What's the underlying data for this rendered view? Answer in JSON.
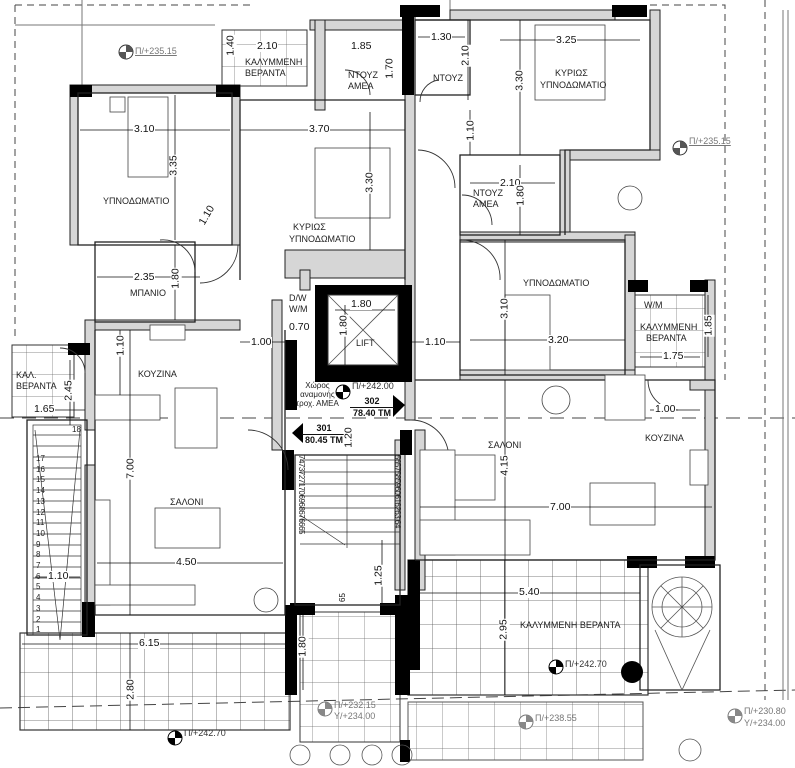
{
  "plan": {
    "colors": {
      "wall_fill": "#000000",
      "wall_light": "#d9d9d9",
      "line": "#222222",
      "grid": "#555555"
    },
    "rooms": {
      "bedroom_nw": "ΥΠΝΟΔΩΜΑΤΙΟ",
      "master_bedroom_center_1": "ΚΥΡΙΩΣ",
      "master_bedroom_center_2": "ΥΠΝΟΔΩΜΑΤΙΟ",
      "covered_veranda_top_1": "ΚΑΛΥΜΜΕΝΗ",
      "covered_veranda_top_2": "ΒΕΡΑΝΤΑ",
      "shower_amea_left_1": "ΝΤΟΥΖ",
      "shower_amea_left_2": "ΑΜΕΑ",
      "shower_right": "ΝΤΟΥΖ",
      "master_bedroom_ne_1": "ΚΥΡΙΩΣ",
      "master_bedroom_ne_2": "ΥΠΝΟΔΩΜΑΤΙΟ",
      "shower_amea_right_1": "ΝΤΟΥΖ",
      "shower_amea_right_2": "ΑΜΕΑ",
      "bathroom": "ΜΠΑΝΙΟ",
      "dw_wm_1": "D/W",
      "dw_wm_2": "W/M",
      "lift": "LIFT",
      "bedroom_east": "ΥΠΝΟΔΩΜΑΤΙΟ",
      "wm_east": "W/M",
      "covered_veranda_east_1": "ΚΑΛΥΜΜΕΝΗ",
      "covered_veranda_east_2": "ΒΕΡΑΝΤΑ",
      "kitchen_west": "ΚΟΥΖΙΝΑ",
      "veranda_west_1": "ΚΑΛ.",
      "veranda_west_2": "ΒΕΡΑΝΤΑ",
      "living_west": "ΣΑΛΟΝΙ",
      "living_east": "ΣΑΛΟΝΙ",
      "kitchen_east": "ΚΟΥΖΙΝΑ",
      "covered_veranda_south": "ΚΑΛΥΜΜΕΝΗ  ΒΕΡΑΝΤΑ",
      "waiting_area_1": "Χώρος",
      "waiting_area_2": "αναμονής",
      "waiting_area_3": "τροχ. ΑΜΕΑ"
    },
    "dimensions": {
      "d_3_10": "3.10",
      "d_3_35": "3.35",
      "d_1_10_a": "1.10",
      "d_1_40": "1.40",
      "d_2_10_a": "2.10",
      "d_1_85_a": "1.85",
      "d_1_70": "1.70",
      "d_3_70": "3.70",
      "d_3_30_a": "3.30",
      "d_1_30": "1.30",
      "d_2_10_b": "2.10",
      "d_3_25": "3.25",
      "d_3_30_b": "3.30",
      "d_1_10_b": "1.10",
      "d_2_10_c": "2.10",
      "d_1_80_a": "1.80",
      "d_2_35": "2.35",
      "d_1_80_b": "1.80",
      "d_1_80_lift_h": "1.80",
      "d_1_80_lift_v": "1.80",
      "d_0_70": "0.70",
      "d_1_00_a": "1.00",
      "d_1_10_c": "1.10",
      "d_3_10_b": "3.10",
      "d_3_20": "3.20",
      "d_1_85_b": "1.85",
      "d_1_75": "1.75",
      "d_1_10_d": "1.10",
      "d_2_45": "2.45",
      "d_1_65": "1.65",
      "d_7_00_a": "7.00",
      "d_4_50": "4.50",
      "d_1_10_e": "1.10",
      "d_4_15": "4.15",
      "d_7_00_b": "7.00",
      "d_1_00_b": "1.00",
      "d_1_20": "1.20",
      "d_1_25": "1.25",
      "d_65": "65",
      "d_5_40": "5.40",
      "d_2_95": "2.95",
      "d_6_15": "6.15",
      "d_2_80": "2.80",
      "d_1_80_c": "1.80"
    },
    "levels": {
      "lvl_nw": "Π/+235.15",
      "lvl_ne": "Π/+235.15",
      "lvl_core": "Π/+242.00",
      "lvl_sw_veranda": "Π/+242.70",
      "lvl_se_veranda": "Π/+242.70",
      "lvl_entry_1": "Π/+232.15",
      "lvl_entry_2": "Υ/+234.00",
      "lvl_garden": "Π/+238.55",
      "lvl_se_1": "Π/+230.80",
      "lvl_se_2": "Υ/+234.00"
    },
    "apartments": [
      {
        "number": "301",
        "area": "80.45 ΤΜ"
      },
      {
        "number": "302",
        "area": "78.40 ΤΜ"
      }
    ],
    "stairs_west_steps": [
      "18",
      "17",
      "16",
      "15",
      "14",
      "13",
      "12",
      "11",
      "10",
      "9",
      "8",
      "7",
      "6",
      "5",
      "4",
      "3",
      "2",
      "1"
    ],
    "stairs_core_left": "74737271706968676665",
    "stairs_core_right": "5657585960616263 64"
  }
}
